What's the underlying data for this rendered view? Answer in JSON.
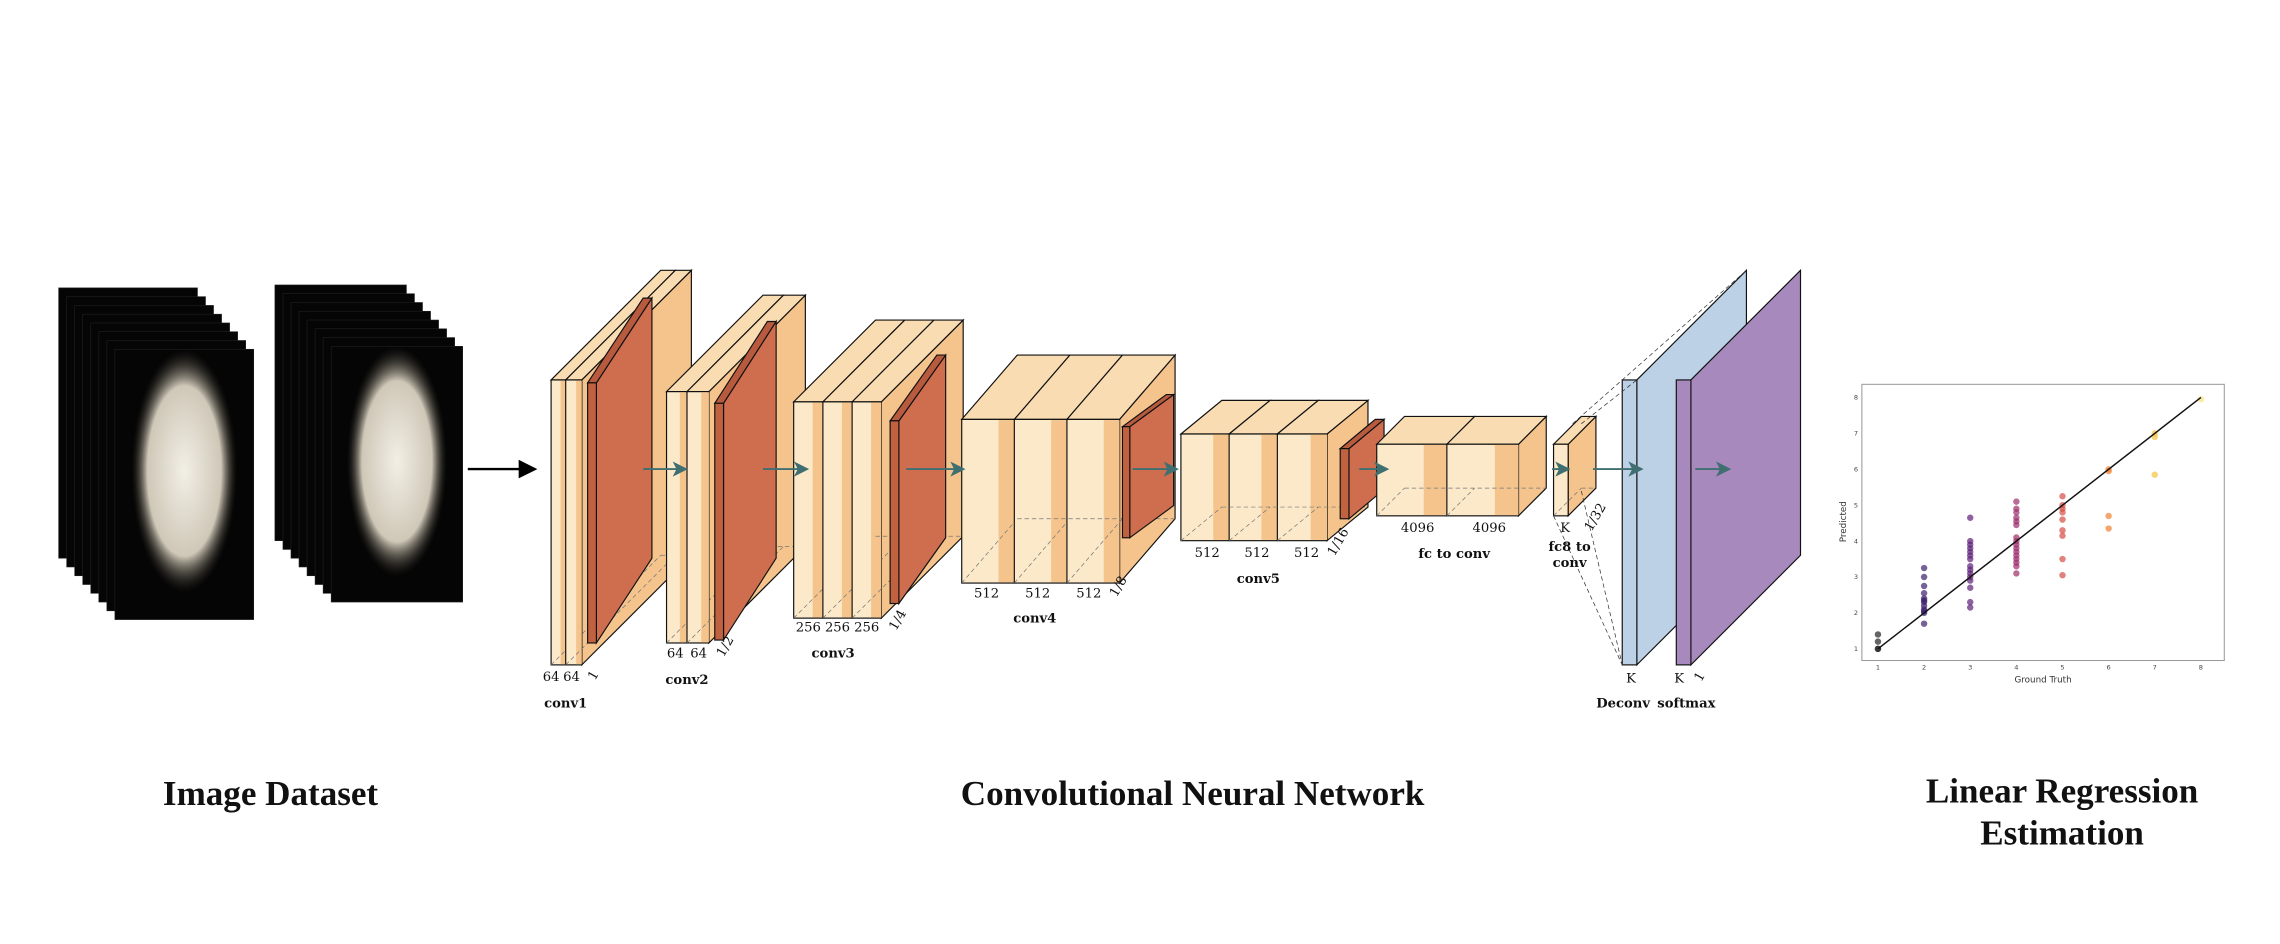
{
  "sections": {
    "dataset_title": "Image Dataset",
    "cnn_title": "Convolutional Neural Network",
    "regression_title_line1": "Linear Regression",
    "regression_title_line2": "Estimation"
  },
  "cnn": {
    "conv1": {
      "name": "conv1",
      "channels": [
        "64",
        "64"
      ],
      "scale": "1"
    },
    "conv2": {
      "name": "conv2",
      "channels": [
        "64",
        "64"
      ],
      "scale": "1/2"
    },
    "conv3": {
      "name": "conv3",
      "channels": [
        "256",
        "256",
        "256"
      ],
      "scale": "1/4"
    },
    "conv4": {
      "name": "conv4",
      "channels": [
        "512",
        "512",
        "512"
      ],
      "scale": "1/8"
    },
    "conv5": {
      "name": "conv5",
      "channels": [
        "512",
        "512",
        "512"
      ],
      "scale": "1/16"
    },
    "fc": {
      "name": "fc to conv",
      "channels": [
        "4096",
        "4096"
      ]
    },
    "fc8": {
      "name_line1": "fc8 to",
      "name_line2": "conv",
      "channels": [
        "K"
      ],
      "scale": "1/32"
    },
    "deconv": {
      "name": "Deconv",
      "channels": [
        "K"
      ]
    },
    "softmax": {
      "name": "softmax",
      "channels": [
        "K"
      ],
      "scale": "1"
    }
  },
  "colors": {
    "slab_light": "#fbe9c9",
    "slab_band": "#f4c48c",
    "pool_red": "#cf6e4f",
    "deconv_blue": "#bcd0e6",
    "softmax_purple": "#a889bd",
    "arrow": "#3f6f70"
  },
  "chart_data": {
    "type": "scatter",
    "xlabel": "Ground Truth",
    "ylabel": "Predicted",
    "xlim": [
      1,
      8
    ],
    "ylim": [
      1,
      8
    ],
    "xticks": [
      "1",
      "2",
      "3",
      "4",
      "5",
      "6",
      "7",
      "8"
    ],
    "yticks": [
      "1",
      "2",
      "3",
      "4",
      "5",
      "6",
      "7",
      "8"
    ],
    "fit_line": [
      [
        1,
        1
      ],
      [
        8,
        8
      ]
    ],
    "groups": [
      {
        "x": 1,
        "color": "#222222",
        "y": [
          1.0,
          1.0,
          1.2,
          1.4
        ]
      },
      {
        "x": 2,
        "color": "#3b1f6b",
        "y": [
          1.7,
          2.0,
          2.05,
          2.1,
          2.2,
          2.3,
          2.35,
          2.4,
          2.55,
          2.75,
          3.0,
          3.25
        ]
      },
      {
        "x": 3,
        "color": "#5e1f78",
        "y": [
          2.15,
          2.3,
          2.7,
          2.9,
          3.0,
          3.1,
          3.2,
          3.3,
          3.5,
          3.6,
          3.7,
          3.8,
          3.9,
          4.0,
          4.65
        ]
      },
      {
        "x": 4,
        "color": "#9c2e6b",
        "y": [
          3.1,
          3.3,
          3.4,
          3.5,
          3.6,
          3.7,
          3.8,
          3.9,
          4.0,
          4.1,
          4.45,
          4.55,
          4.65,
          4.8,
          4.9,
          5.1
        ]
      },
      {
        "x": 5,
        "color": "#d44f44",
        "y": [
          3.05,
          3.5,
          4.15,
          4.3,
          4.6,
          4.8,
          4.9,
          5.0,
          5.25
        ]
      },
      {
        "x": 6,
        "color": "#ee8230",
        "y": [
          4.35,
          4.7,
          5.95,
          6.0
        ]
      },
      {
        "x": 7,
        "color": "#f5c242",
        "y": [
          5.85,
          6.9,
          7.0
        ]
      },
      {
        "x": 8,
        "color": "#f8e27a",
        "y": [
          7.95
        ]
      }
    ]
  }
}
